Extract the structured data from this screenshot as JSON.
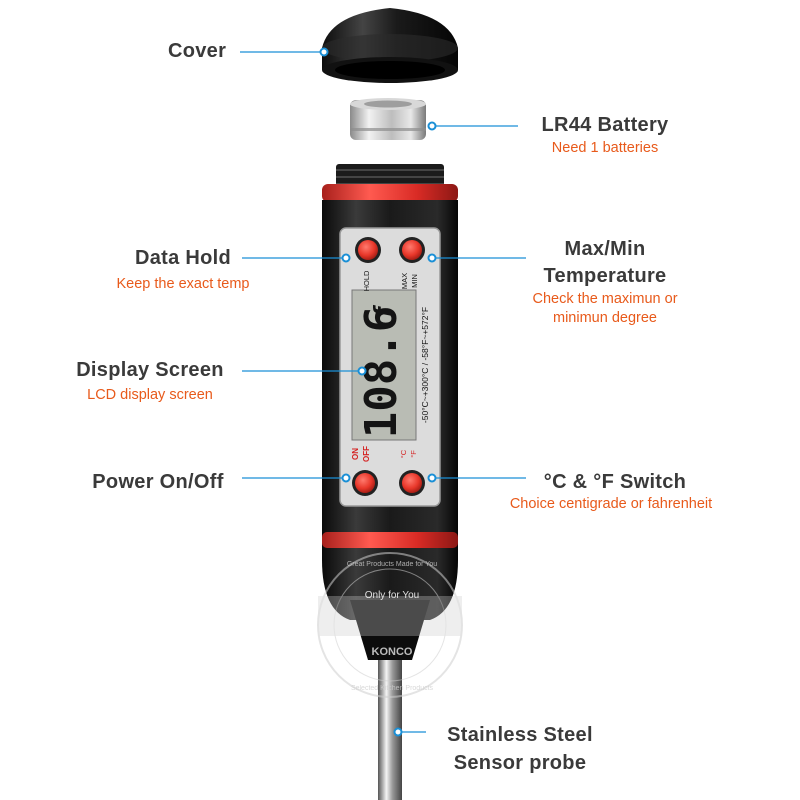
{
  "callouts": {
    "cover": {
      "title": "Cover"
    },
    "battery": {
      "title": "LR44 Battery",
      "subtitle": "Need 1 batteries"
    },
    "data_hold": {
      "title": "Data Hold",
      "subtitle": "Keep the exact temp"
    },
    "max_min": {
      "title_line1": "Max/Min",
      "title_line2": "Temperature",
      "subtitle_line1": "Check the maximun or",
      "subtitle_line2": "minimun degree"
    },
    "display": {
      "title": "Display Screen",
      "subtitle": "LCD display screen"
    },
    "power": {
      "title": "Power On/Off"
    },
    "switch": {
      "title": "°C & °F Switch",
      "subtitle": "Choice centigrade or fahrenheit"
    },
    "probe": {
      "title_line1": "Stainless Steel",
      "title_line2": "Sensor probe"
    }
  },
  "device": {
    "hold_label": "HOLD",
    "max_label": "MAX",
    "min_label": "MIN",
    "on_label": "ON",
    "off_label": "OFF",
    "c_label": "°C",
    "f_label": "°F",
    "lcd_reading": "108.6",
    "lcd_unit": "f",
    "range_text": "-50°C~+300°C / -58°F~+572°F"
  },
  "watermark": {
    "top_text": "Great Products Made for You",
    "ribbon": "Only for You",
    "brand": "KONCO",
    "bottom_text": "Selected Kitchen Products"
  },
  "colors": {
    "line": "#1a8fd6",
    "label": "#3a3a3a",
    "sub": "#e85a1b",
    "red_band": "#e8332f",
    "button": "#e8372a"
  }
}
